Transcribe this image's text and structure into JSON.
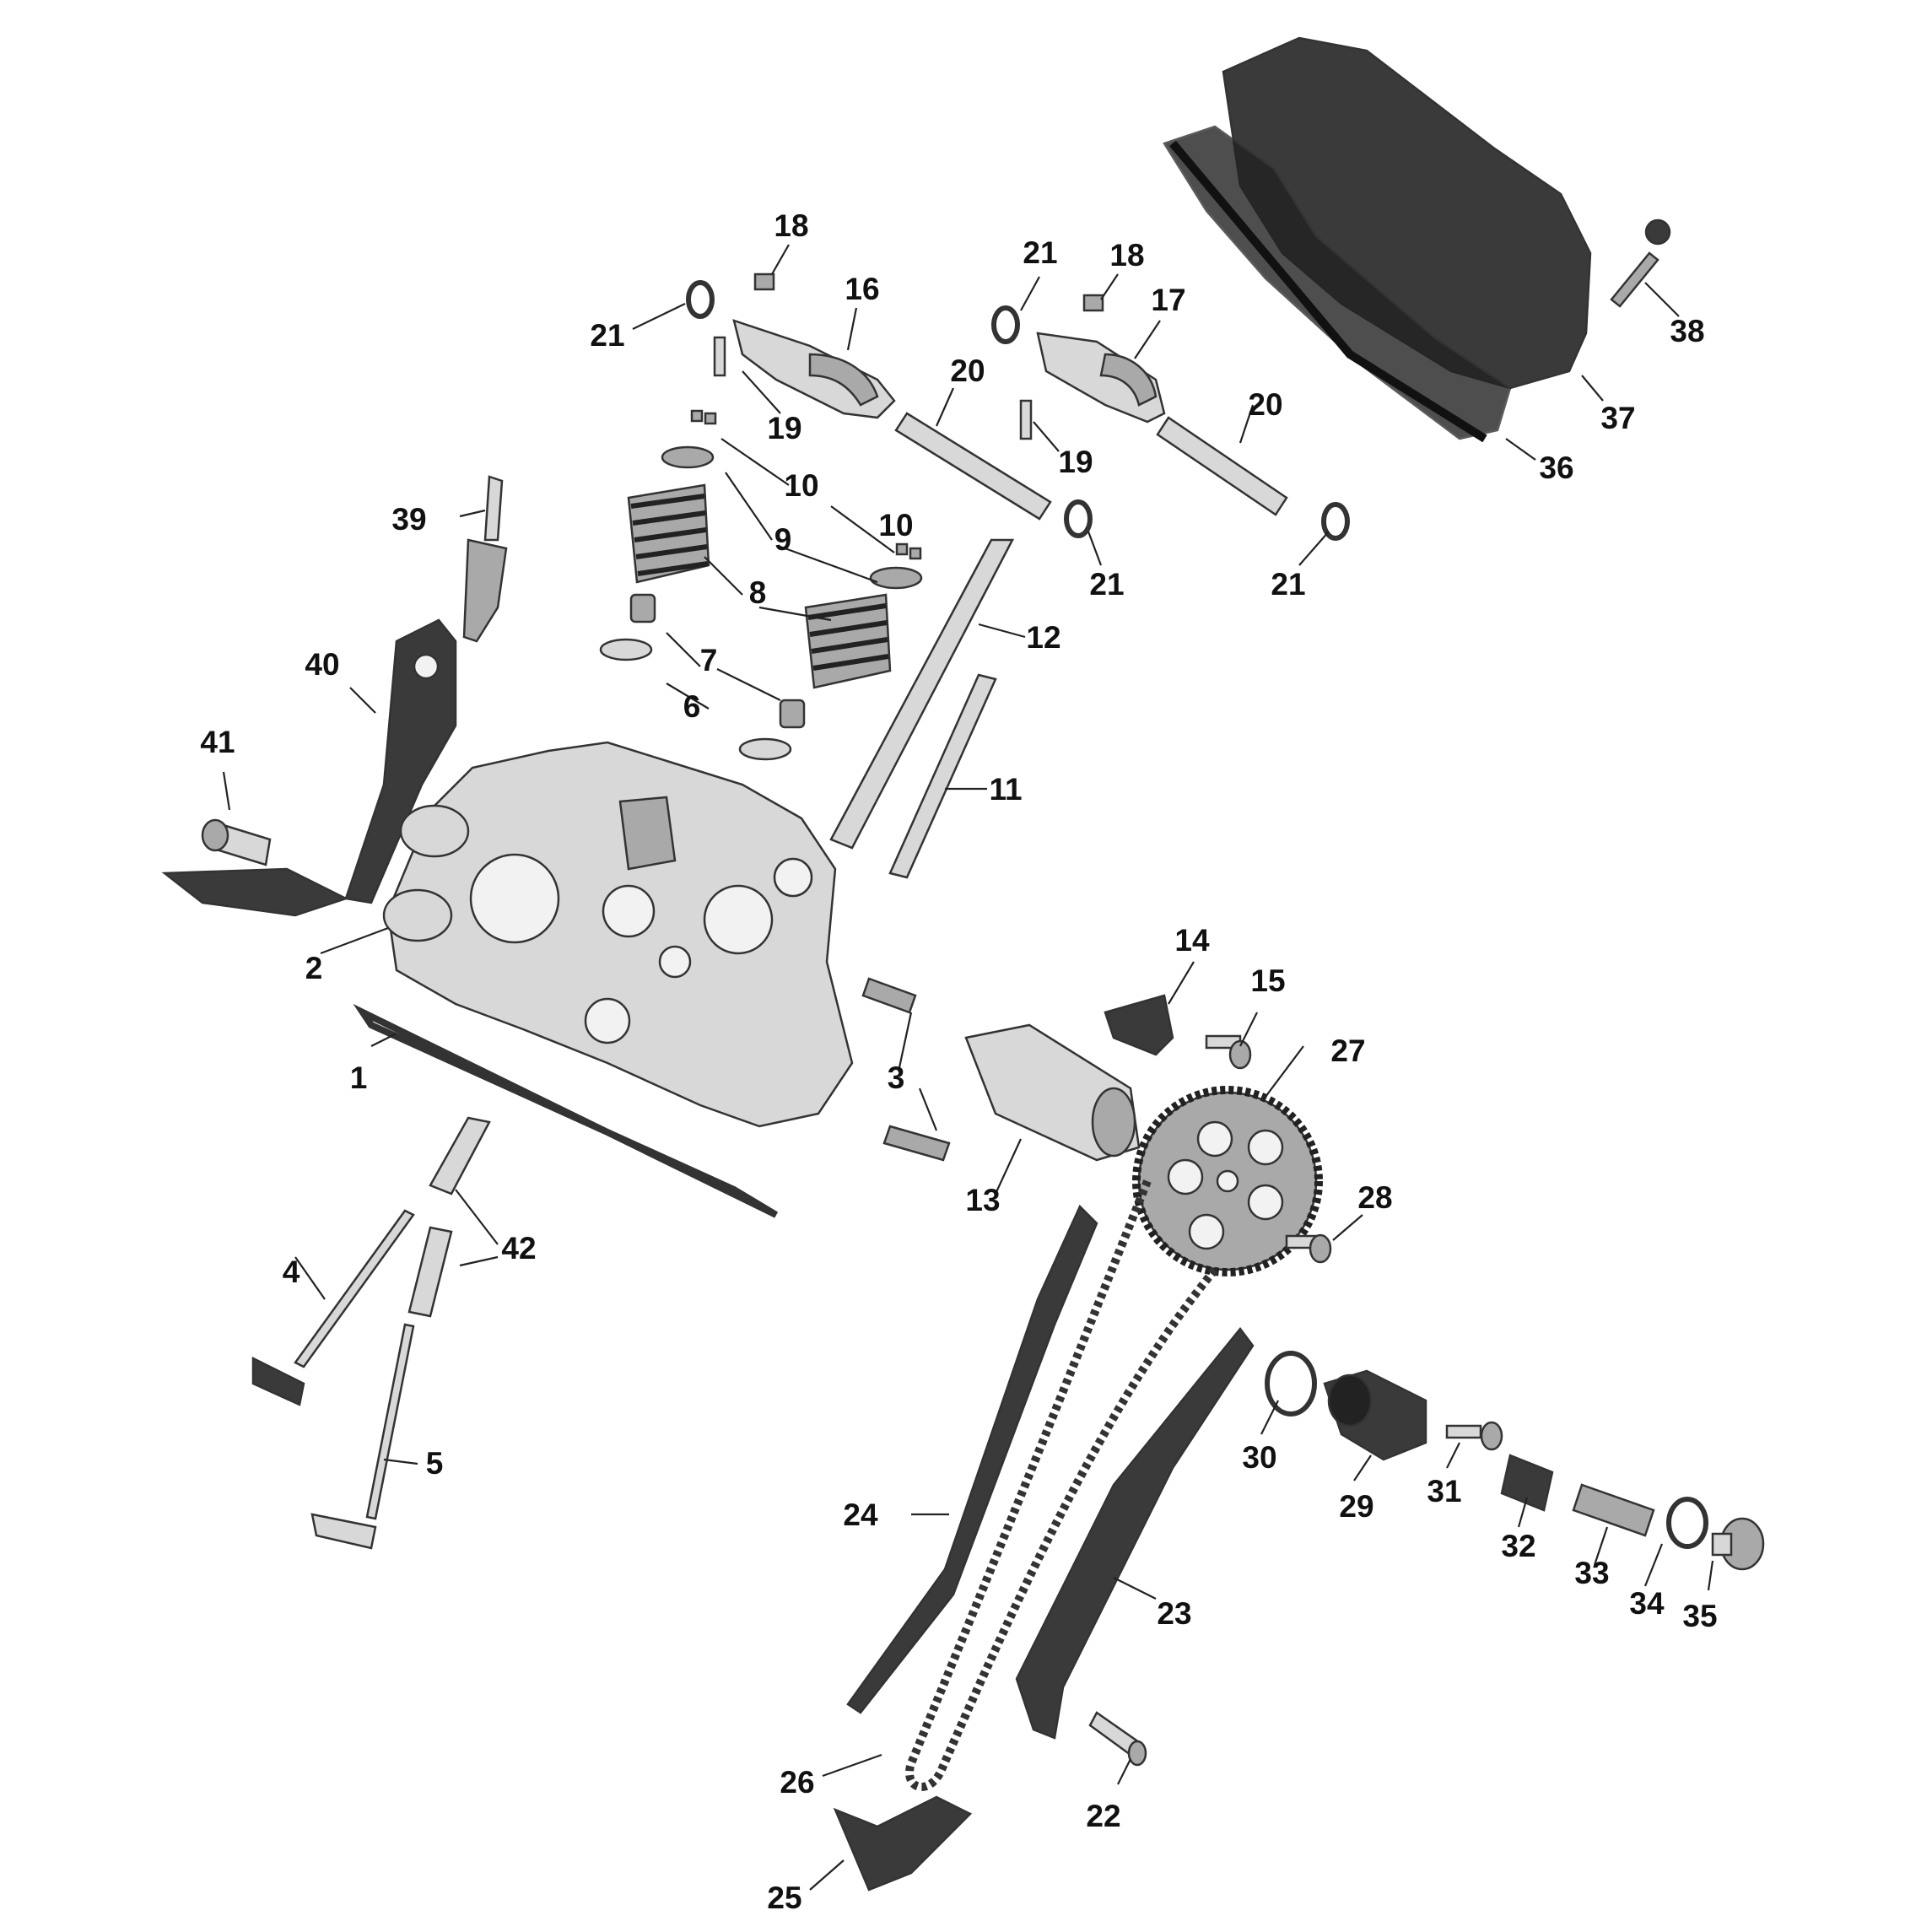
{
  "diagram": {
    "callouts": [
      {
        "id": "1",
        "text": "1"
      },
      {
        "id": "2",
        "text": "2"
      },
      {
        "id": "3",
        "text": "3"
      },
      {
        "id": "4",
        "text": "4"
      },
      {
        "id": "5",
        "text": "5"
      },
      {
        "id": "6",
        "text": "6"
      },
      {
        "id": "7",
        "text": "7"
      },
      {
        "id": "8",
        "text": "8"
      },
      {
        "id": "9",
        "text": "9"
      },
      {
        "id": "10a",
        "text": "10"
      },
      {
        "id": "10b",
        "text": "10"
      },
      {
        "id": "11",
        "text": "11"
      },
      {
        "id": "12",
        "text": "12"
      },
      {
        "id": "13",
        "text": "13"
      },
      {
        "id": "14",
        "text": "14"
      },
      {
        "id": "15",
        "text": "15"
      },
      {
        "id": "16",
        "text": "16"
      },
      {
        "id": "17",
        "text": "17"
      },
      {
        "id": "18a",
        "text": "18"
      },
      {
        "id": "18b",
        "text": "18"
      },
      {
        "id": "19a",
        "text": "19"
      },
      {
        "id": "19b",
        "text": "19"
      },
      {
        "id": "20a",
        "text": "20"
      },
      {
        "id": "20b",
        "text": "20"
      },
      {
        "id": "21a",
        "text": "21"
      },
      {
        "id": "21b",
        "text": "21"
      },
      {
        "id": "21c",
        "text": "21"
      },
      {
        "id": "21d",
        "text": "21"
      },
      {
        "id": "22",
        "text": "22"
      },
      {
        "id": "23",
        "text": "23"
      },
      {
        "id": "24",
        "text": "24"
      },
      {
        "id": "25",
        "text": "25"
      },
      {
        "id": "26",
        "text": "26"
      },
      {
        "id": "27",
        "text": "27"
      },
      {
        "id": "28",
        "text": "28"
      },
      {
        "id": "29",
        "text": "29"
      },
      {
        "id": "30",
        "text": "30"
      },
      {
        "id": "31",
        "text": "31"
      },
      {
        "id": "32",
        "text": "32"
      },
      {
        "id": "33",
        "text": "33"
      },
      {
        "id": "34",
        "text": "34"
      },
      {
        "id": "35",
        "text": "35"
      },
      {
        "id": "36",
        "text": "36"
      },
      {
        "id": "37",
        "text": "37"
      },
      {
        "id": "38",
        "text": "38"
      },
      {
        "id": "39",
        "text": "39"
      },
      {
        "id": "40",
        "text": "40"
      },
      {
        "id": "41",
        "text": "41"
      },
      {
        "id": "42",
        "text": "42"
      }
    ]
  }
}
